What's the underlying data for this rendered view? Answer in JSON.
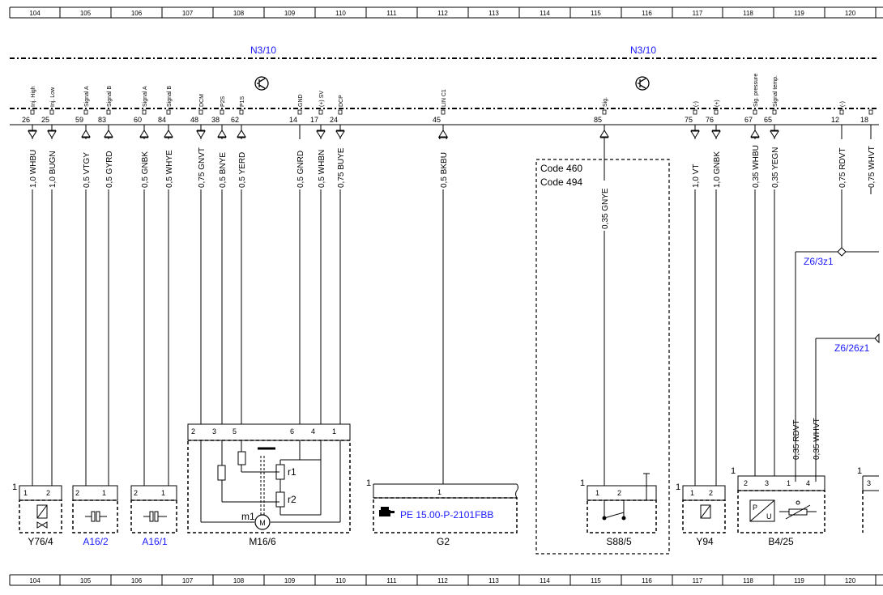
{
  "grid_columns": [
    "104",
    "105",
    "106",
    "107",
    "108",
    "109",
    "110",
    "111",
    "112",
    "113",
    "114",
    "115",
    "116",
    "117",
    "118",
    "119",
    "120"
  ],
  "module_labels": [
    "N3/10",
    "N3/10"
  ],
  "pins": [
    {
      "num": "26",
      "name": "Inj. High",
      "wire": "1,0 WHBU"
    },
    {
      "num": "25",
      "name": "Inj. Low",
      "wire": "1,0 BUGN"
    },
    {
      "num": "59",
      "name": "Signal A",
      "wire": "0,5 VTGY"
    },
    {
      "num": "83",
      "name": "Signal B",
      "wire": "0,5 GYRD"
    },
    {
      "num": "60",
      "name": "Signal A",
      "wire": "0,5 GNBK"
    },
    {
      "num": "84",
      "name": "Signal B",
      "wire": "0,5 WHYE"
    },
    {
      "num": "48",
      "name": "DCM",
      "wire": "0,75 GNVT"
    },
    {
      "num": "38",
      "name": "P2S",
      "wire": "0,5 BNYE"
    },
    {
      "num": "62",
      "name": "P1S",
      "wire": "0,5 YERD"
    },
    {
      "num": "14",
      "name": "GND",
      "wire": "0,5 GNRD"
    },
    {
      "num": "17",
      "name": "(+) SV",
      "wire": "0,5 WHBN"
    },
    {
      "num": "24",
      "name": "DCP",
      "wire": "0,75 BUYE"
    },
    {
      "num": "45",
      "name": "LIN C1",
      "wire": "0,5 BKBU"
    },
    {
      "num": "85",
      "name": "Sig.",
      "wire": "0,35 GNYE"
    },
    {
      "num": "75",
      "name": "(-)",
      "wire": "1,0 VT"
    },
    {
      "num": "76",
      "name": "(+)",
      "wire": "1,0 GNBK"
    },
    {
      "num": "67",
      "name": "Sig. pressure",
      "wire": "0,35 WHBU"
    },
    {
      "num": "65",
      "name": "Signal temp.",
      "wire": "0,35 YEGN"
    },
    {
      "num": "12",
      "name": "(-)",
      "wire": "0,75 RDVT"
    },
    {
      "num": "18",
      "name": "",
      "wire": "0,75 WHVT"
    }
  ],
  "components": [
    {
      "id": "Y76/4",
      "link": false,
      "pins": [
        "1",
        "2"
      ]
    },
    {
      "id": "A16/2",
      "link": true,
      "pins": [
        "2",
        "1"
      ]
    },
    {
      "id": "A16/1",
      "link": true,
      "pins": [
        "2",
        "1"
      ]
    },
    {
      "id": "M16/6",
      "link": false,
      "pins": [
        "2",
        "3",
        "5",
        "6",
        "4",
        "1"
      ],
      "parts": [
        "r1",
        "r2",
        "m1",
        "M"
      ]
    },
    {
      "id": "G2",
      "link": false,
      "pins": [
        "1"
      ],
      "ref": "PE 15.00-P-2101FBB"
    },
    {
      "id": "S88/5",
      "link": false,
      "pins": [
        "1",
        "2"
      ]
    },
    {
      "id": "Y94",
      "link": false,
      "pins": [
        "1",
        "2"
      ]
    },
    {
      "id": "B4/25",
      "link": false,
      "pins": [
        "2",
        "3",
        "1",
        "4"
      ],
      "symbol": [
        "P",
        "U"
      ]
    }
  ],
  "code_box": [
    "Code 460",
    "Code 494"
  ],
  "splices": [
    "Z6/3z1",
    "Z6/26z1"
  ],
  "right_wires": [
    "0,35 RDVT",
    "0,35 WHVT"
  ],
  "connector_one": "1",
  "partial_label": "3"
}
